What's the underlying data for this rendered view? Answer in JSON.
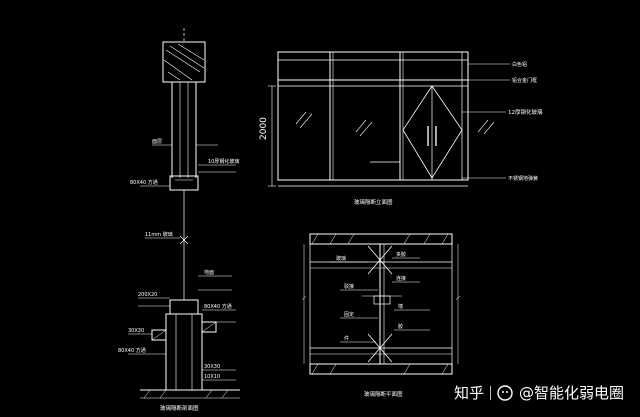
{
  "drawing": {
    "colors": {
      "background": "#000000",
      "line": "#ffffff",
      "accent": "#cccccc"
    },
    "section_view": {
      "labels": {
        "top_a": "面层",
        "top_b": "10厚钢化玻璃",
        "beam": "80X40 方通",
        "mid": "11mm 玻璃",
        "b1": "200X20",
        "b2": "80X40 方通",
        "b3": "30X30",
        "b4": "80X40 方通",
        "b5": "地面",
        "b6": "30X30",
        "b7": "10X10"
      },
      "caption": "玻璃隔断剖面图"
    },
    "elevation_view": {
      "height_dim": "2000",
      "labels": {
        "r1": "白色铝",
        "r2": "铝合金门框",
        "r3": "12厚钢化玻璃",
        "r4": "不锈钢地弹簧"
      },
      "caption": "玻璃隔断立面图"
    },
    "plan_view": {
      "labels": {
        "p1": "玻璃",
        "p2": "夹胶",
        "p3": "连接",
        "p4": "驳接",
        "p5": "墙",
        "p6": "固定",
        "p7": "胶",
        "p8": "件"
      },
      "caption": "玻璃隔断平面图"
    }
  },
  "watermark": {
    "platform": "知乎",
    "author": "@智能化弱电圈"
  }
}
